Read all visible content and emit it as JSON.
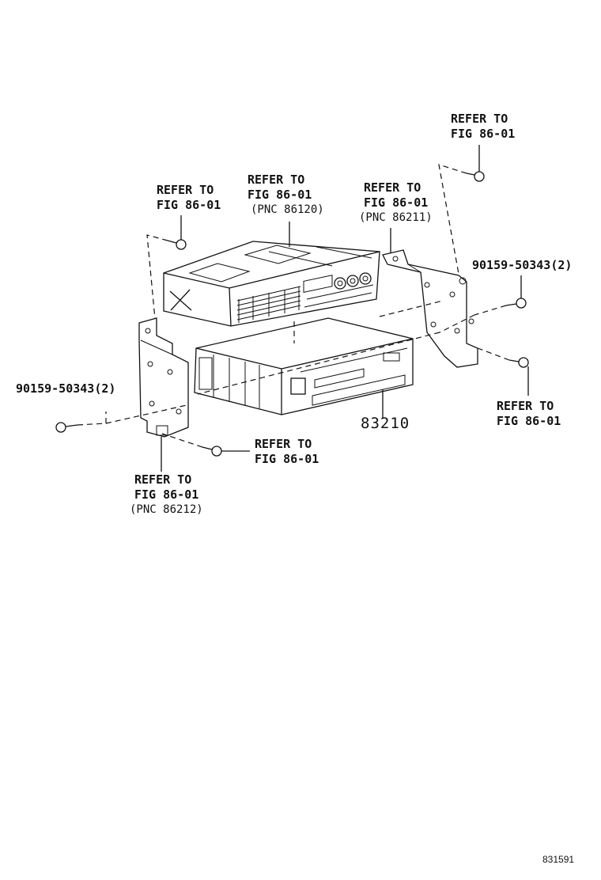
{
  "labels": {
    "refer_top_right": [
      "REFER TO",
      "FIG 86-01"
    ],
    "refer_top_left": [
      "REFER TO",
      "FIG 86-01"
    ],
    "refer_center_top": [
      "REFER TO",
      "FIG 86-01",
      "(PNC 86120)"
    ],
    "refer_center_right": [
      "REFER TO",
      "FIG 86-01",
      "(PNC 86211)"
    ],
    "part_right_bolt": "90159-50343(2)",
    "part_left_bolt": "90159-50343(2)",
    "refer_lower_right": [
      "REFER TO",
      "FIG 86-01"
    ],
    "part_main": "83210",
    "refer_lower_center": [
      "REFER TO",
      "FIG 86-01"
    ],
    "refer_bottom_left": [
      "REFER TO",
      "FIG 86-01",
      "(PNC 86212)"
    ]
  },
  "diagram_code": "831591"
}
